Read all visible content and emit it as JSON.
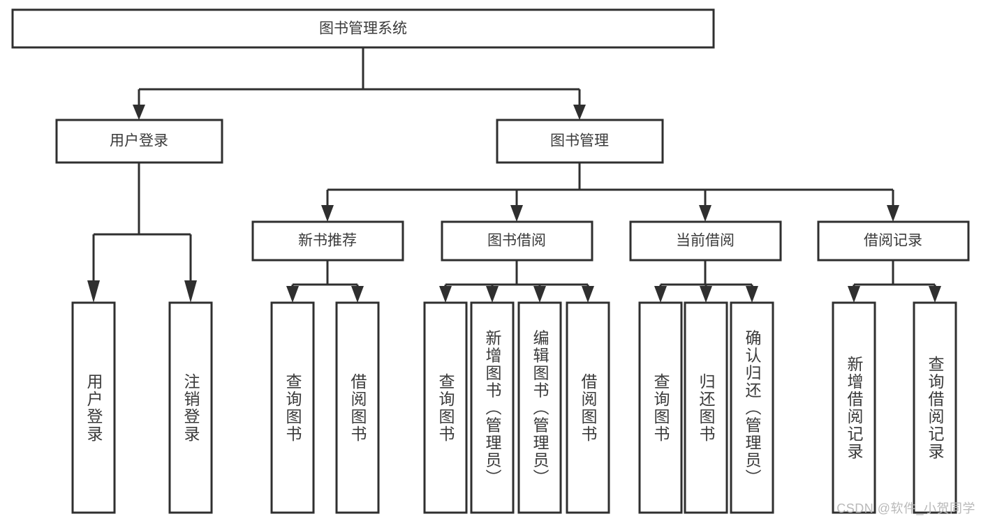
{
  "diagram": {
    "title": "图书管理系统",
    "type": "tree-hierarchy",
    "root": {
      "label": "图书管理系统"
    },
    "level1": [
      {
        "label": "用户登录"
      },
      {
        "label": "图书管理"
      }
    ],
    "level2": [
      {
        "label": "新书推荐"
      },
      {
        "label": "图书借阅"
      },
      {
        "label": "当前借阅"
      },
      {
        "label": "借阅记录"
      }
    ],
    "leaves": {
      "user_login": [
        {
          "label": "用户登录"
        },
        {
          "label": "注销登录"
        }
      ],
      "new_book_recommend": [
        {
          "label": "查询图书"
        },
        {
          "label": "借阅图书"
        }
      ],
      "book_borrow": [
        {
          "label": "查询图书"
        },
        {
          "label": "新增图书（管理员）"
        },
        {
          "label": "编辑图书（管理员）"
        },
        {
          "label": "借阅图书"
        }
      ],
      "current_borrow": [
        {
          "label": "查询图书"
        },
        {
          "label": "归还图书"
        },
        {
          "label": "确认归还（管理员）"
        }
      ],
      "borrow_record": [
        {
          "label": "新增借阅记录"
        },
        {
          "label": "查询借阅记录"
        }
      ]
    }
  },
  "watermark": {
    "text": "CSDN @软件_小贺同学"
  },
  "colors": {
    "stroke": "#2f2f2f",
    "text": "#3a3a3a",
    "background": "#ffffff",
    "watermark": "#b9b9b9"
  }
}
